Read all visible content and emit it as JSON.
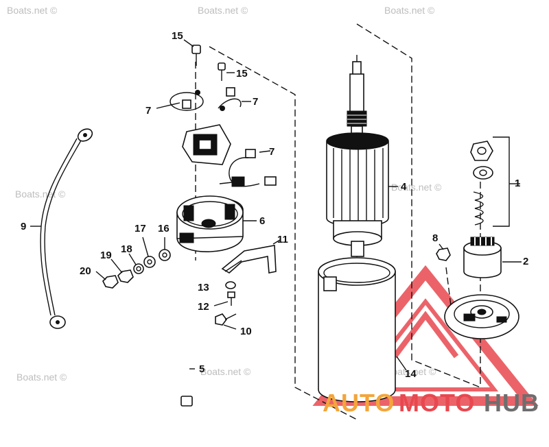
{
  "watermark": {
    "text": "Boats.net ©"
  },
  "brand": {
    "part1": "AUTO",
    "part2": "MOTO",
    "part3": "HUB",
    "color_orange": "#f3a53b",
    "color_red": "#e8484f",
    "color_gray": "#6e6e6e"
  },
  "callouts": {
    "c1": "1",
    "c2": "2",
    "c4": "4",
    "c5": "5",
    "c6": "6",
    "c7a": "7",
    "c7b": "7",
    "c7c": "7",
    "c8": "8",
    "c9": "9",
    "c10": "10",
    "c11": "11",
    "c12": "12",
    "c13": "13",
    "c14": "14",
    "c15a": "15",
    "c15b": "15",
    "c16": "16",
    "c17": "17",
    "c18": "18",
    "c19": "19",
    "c20": "20"
  }
}
